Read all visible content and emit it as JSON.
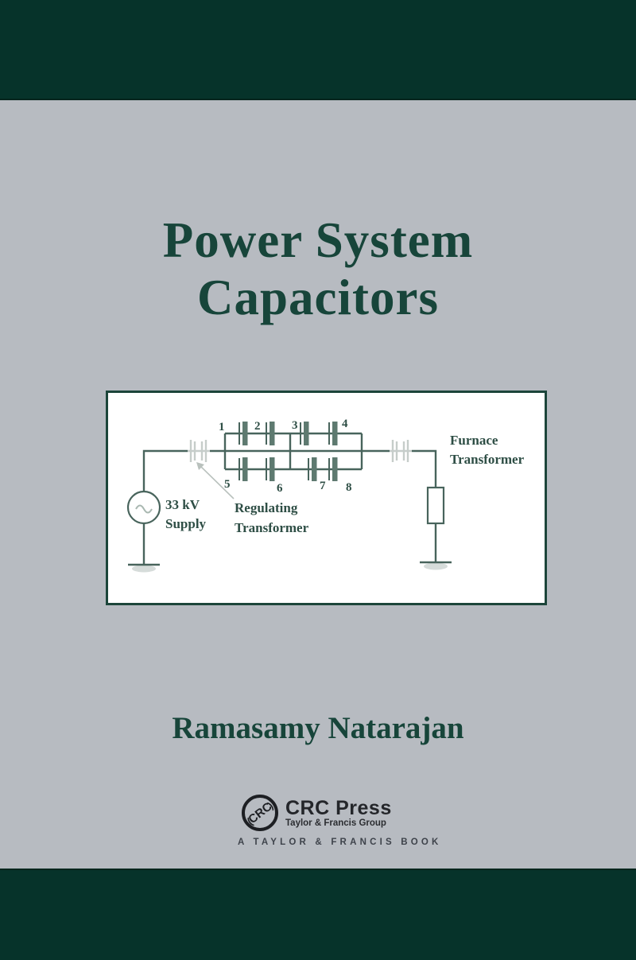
{
  "cover": {
    "title_lines": [
      "Power System",
      "Capacitors"
    ],
    "author": "Ramasamy Natarajan"
  },
  "publisher": {
    "monogram": "CRC",
    "name": "CRC Press",
    "group": "Taylor & Francis Group",
    "tagline": "A TAYLOR & FRANCIS BOOK"
  },
  "diagram": {
    "labels": {
      "supply_line1": "33 kV",
      "supply_line2": "Supply",
      "regulating_line1": "Regulating",
      "regulating_line2": "Transformer",
      "furnace_line1": "Furnace",
      "furnace_line2": "Transformer"
    },
    "capacitor_numbers": [
      "1",
      "2",
      "3",
      "4",
      "5",
      "6",
      "7",
      "8"
    ]
  },
  "colors": {
    "band_green": "#06332a",
    "background_gray": "#b7bbc1",
    "title_green": "#17453a",
    "diagram_border": "#1c453a",
    "circuit_line": "#48645c",
    "circuit_plate_fill": "#5e7a70",
    "circuit_faint": "#c6cdca",
    "diagram_text": "#2e4e45",
    "publisher_dark": "#24262a"
  }
}
